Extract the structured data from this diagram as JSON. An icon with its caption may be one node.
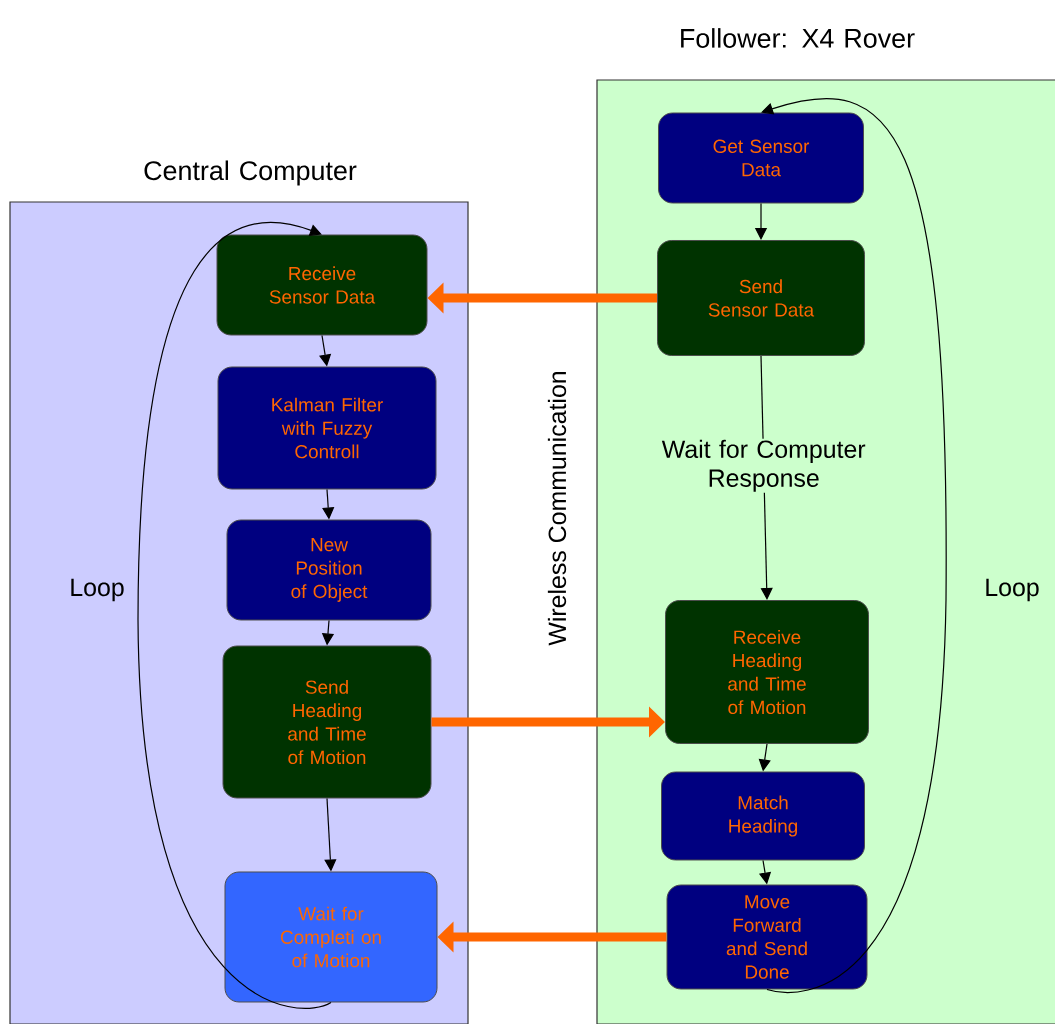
{
  "diagram": {
    "nodes": [
      {
        "text": [
          "Central Computer"
        ]
      },
      {
        "text": [
          "Receive Sensor Data"
        ],
        "in": 0
      },
      {
        "text": [
          "Kalman Filter with Fuzzy Controll"
        ],
        "in": 0
      },
      {
        "text": [
          "New Position of Object"
        ],
        "in": 0
      },
      {
        "text": [
          "Send Heading and Time of Motion"
        ],
        "in": 0
      },
      {
        "text": [
          "Wait for Completi on of Motion"
        ],
        "in": 0
      },
      {
        "text": [
          "Follower: X4 Rover"
        ]
      },
      {
        "text": [
          "Get Sensor Data"
        ],
        "in": 6
      },
      {
        "text": [
          "Send Sensor Data"
        ],
        "in": 6
      },
      {
        "text": [
          "Receive Heading and Time of Motion"
        ],
        "in": 6
      },
      {
        "text": [
          "Match Heading"
        ],
        "in": 6
      },
      {
        "text": [
          "Move Forward and Send Done"
        ],
        "in": 6
      }
    ],
    "edges": [
      {
        "from": 1,
        "to": 2,
        "arrow": "to"
      },
      {
        "from": 2,
        "to": 3,
        "arrow": "to"
      },
      {
        "from": 3,
        "to": 4,
        "arrow": "to"
      },
      {
        "from": 4,
        "to": 5,
        "arrow": "to"
      },
      {
        "from": 5,
        "to": 1,
        "arrow": "to"
      },
      {
        "from": 7,
        "to": 8,
        "arrow": "to"
      },
      {
        "from": 8,
        "to": 9,
        "arrow": "to",
        "label": "Wait for Computer Response"
      },
      {
        "from": 9,
        "to": 10,
        "arrow": "to"
      },
      {
        "from": 10,
        "to": 11,
        "arrow": "to"
      },
      {
        "from": 11,
        "to": 7,
        "arrow": "to"
      },
      {
        "from": 8,
        "to": 1,
        "arrow": "to",
        "style": "thick",
        "color": "#ff6600"
      },
      {
        "from": 4,
        "to": 9,
        "arrow": "to",
        "style": "thick",
        "color": "#ff6600"
      },
      {
        "from": 11,
        "to": 5,
        "arrow": "to",
        "style": "thick",
        "color": "#ff6600"
      }
    ],
    "labels": [
      "Loop",
      "Wireless Communication",
      "Loop"
    ]
  }
}
